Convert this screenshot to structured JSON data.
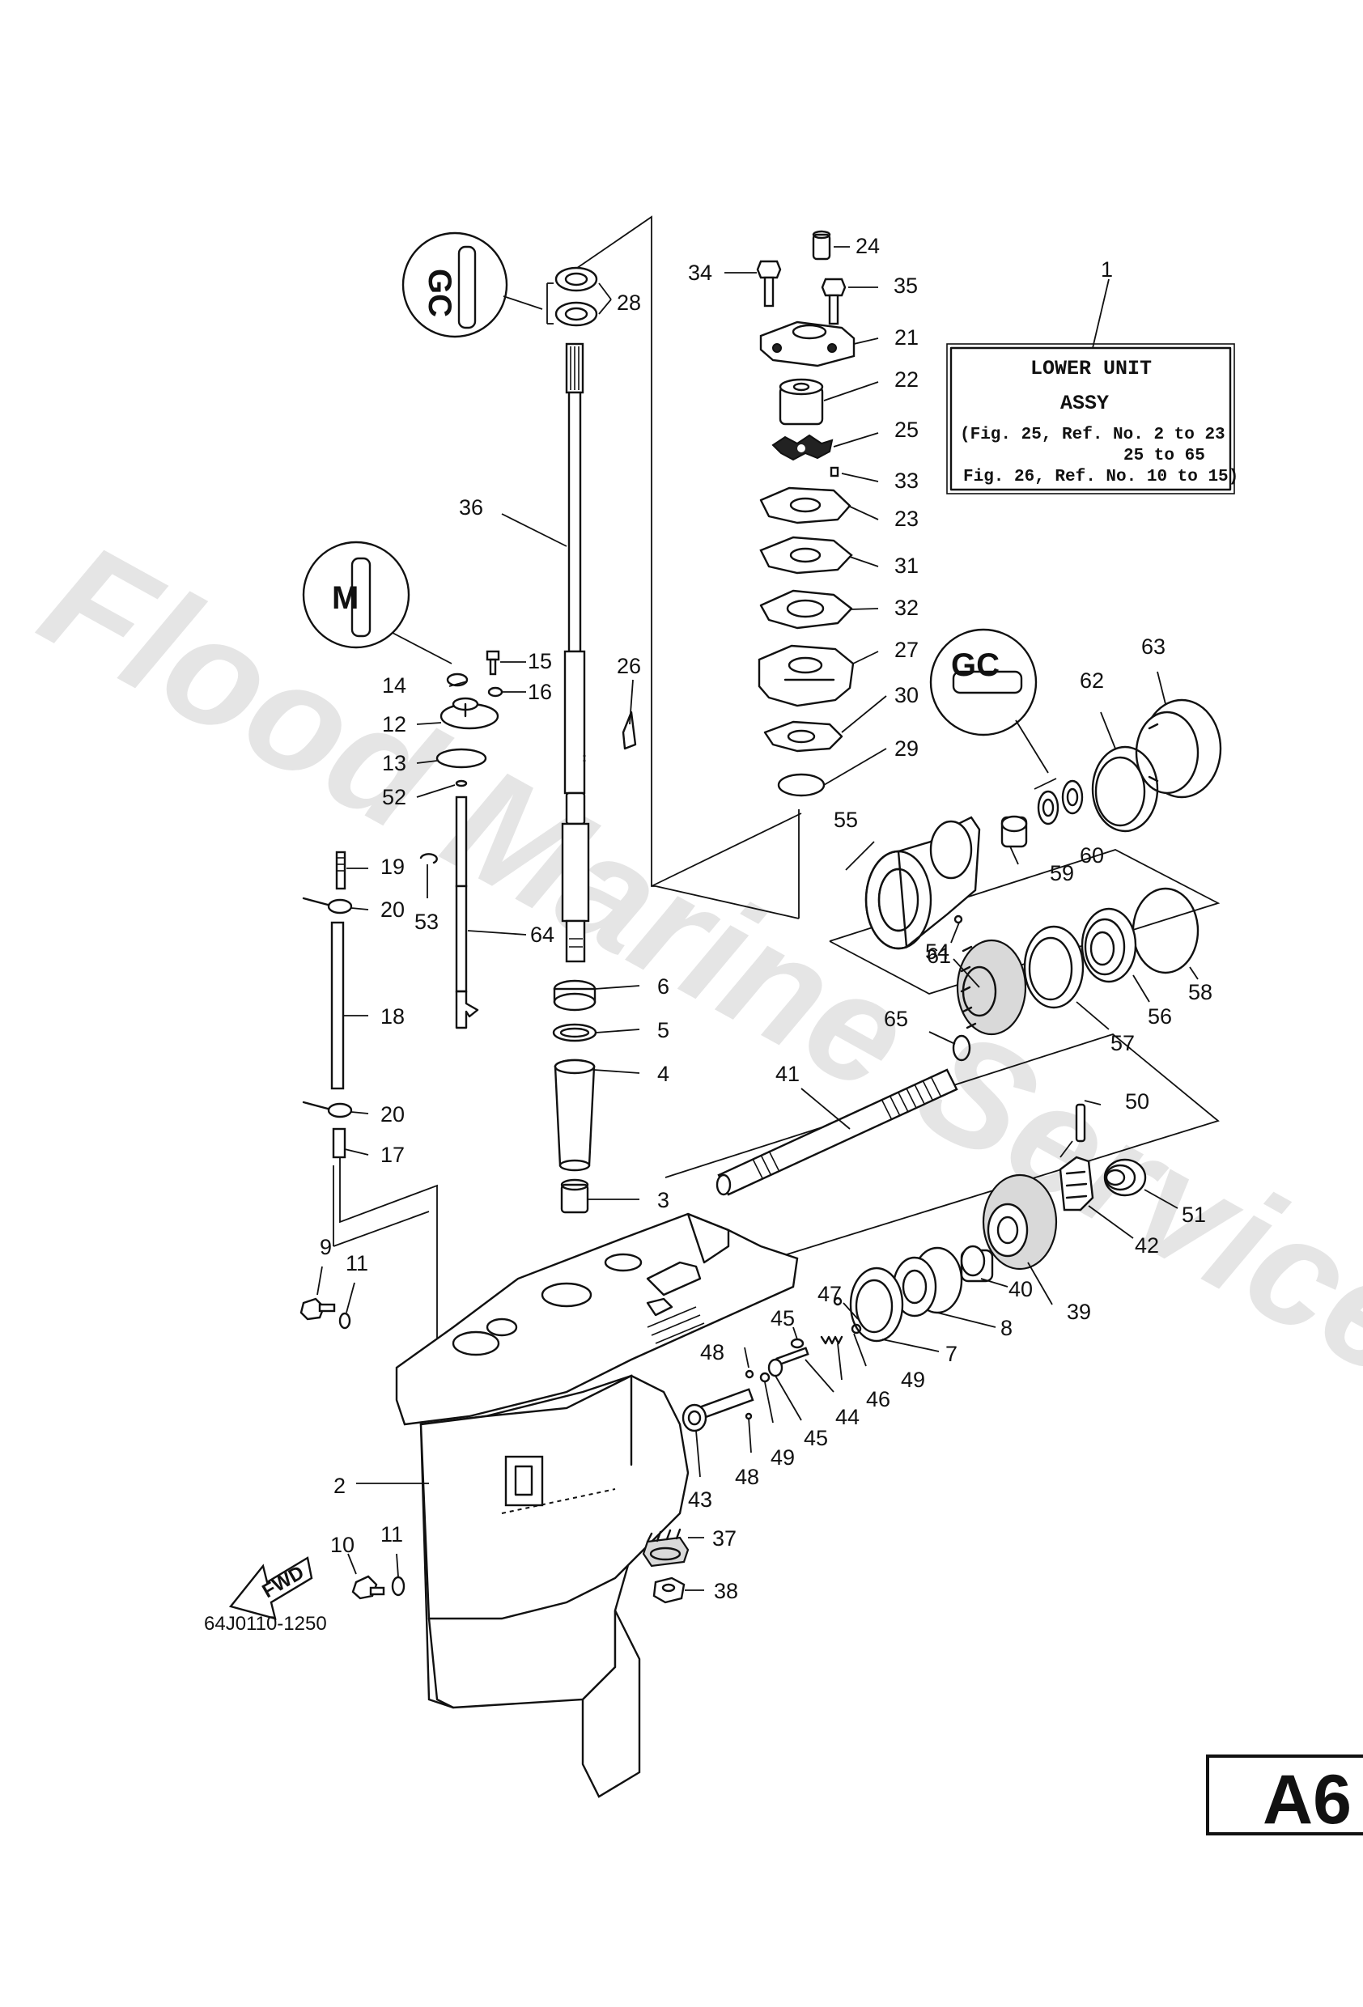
{
  "diagram": {
    "drawing_number": "64J0110-1250",
    "page_code": "A6",
    "watermark": "Flood Marine Services",
    "fwd_label": "FWD",
    "assembly_box": {
      "ref_no": "1",
      "title_line1": "LOWER UNIT",
      "title_line2": "ASSY",
      "note_line1": "(Fig. 25, Ref. No. 2 to 23",
      "note_line2": "25 to 65",
      "note_line3": "Fig. 26, Ref. No. 10 to 15)"
    },
    "callouts": [
      {
        "id": "c24",
        "text": "24"
      },
      {
        "id": "c34",
        "text": "34"
      },
      {
        "id": "c35",
        "text": "35"
      },
      {
        "id": "c28",
        "text": "28"
      },
      {
        "id": "c21",
        "text": "21"
      },
      {
        "id": "c22",
        "text": "22"
      },
      {
        "id": "c25",
        "text": "25"
      },
      {
        "id": "c33",
        "text": "33"
      },
      {
        "id": "c23",
        "text": "23"
      },
      {
        "id": "c36",
        "text": "36"
      },
      {
        "id": "c31",
        "text": "31"
      },
      {
        "id": "c32",
        "text": "32"
      },
      {
        "id": "c15",
        "text": "15"
      },
      {
        "id": "c14",
        "text": "14"
      },
      {
        "id": "c16",
        "text": "16"
      },
      {
        "id": "c26",
        "text": "26"
      },
      {
        "id": "c27",
        "text": "27"
      },
      {
        "id": "c63",
        "text": "63"
      },
      {
        "id": "c62",
        "text": "62"
      },
      {
        "id": "c12",
        "text": "12"
      },
      {
        "id": "c30",
        "text": "30"
      },
      {
        "id": "c13",
        "text": "13"
      },
      {
        "id": "c29",
        "text": "29"
      },
      {
        "id": "c52",
        "text": "52"
      },
      {
        "id": "c55",
        "text": "55"
      },
      {
        "id": "c19",
        "text": "19"
      },
      {
        "id": "c60",
        "text": "60"
      },
      {
        "id": "c59",
        "text": "59"
      },
      {
        "id": "c20a",
        "text": "20"
      },
      {
        "id": "c53",
        "text": "53"
      },
      {
        "id": "c64",
        "text": "64"
      },
      {
        "id": "c61",
        "text": "61"
      },
      {
        "id": "c6",
        "text": "6"
      },
      {
        "id": "c54",
        "text": "54"
      },
      {
        "id": "c58",
        "text": "58"
      },
      {
        "id": "c18",
        "text": "18"
      },
      {
        "id": "c65",
        "text": "65"
      },
      {
        "id": "c56",
        "text": "56"
      },
      {
        "id": "c5",
        "text": "5"
      },
      {
        "id": "c57",
        "text": "57"
      },
      {
        "id": "c4",
        "text": "4"
      },
      {
        "id": "c41",
        "text": "41"
      },
      {
        "id": "c20b",
        "text": "20"
      },
      {
        "id": "c50",
        "text": "50"
      },
      {
        "id": "c17",
        "text": "17"
      },
      {
        "id": "c3",
        "text": "3"
      },
      {
        "id": "c51",
        "text": "51"
      },
      {
        "id": "c42",
        "text": "42"
      },
      {
        "id": "c9",
        "text": "9"
      },
      {
        "id": "c11a",
        "text": "11"
      },
      {
        "id": "c47",
        "text": "47"
      },
      {
        "id": "c40",
        "text": "40"
      },
      {
        "id": "c39",
        "text": "39"
      },
      {
        "id": "c45a",
        "text": "45"
      },
      {
        "id": "c8",
        "text": "8"
      },
      {
        "id": "c48a",
        "text": "48"
      },
      {
        "id": "c7",
        "text": "7"
      },
      {
        "id": "c49a",
        "text": "49"
      },
      {
        "id": "c46",
        "text": "46"
      },
      {
        "id": "c44",
        "text": "44"
      },
      {
        "id": "c45b",
        "text": "45"
      },
      {
        "id": "c49b",
        "text": "49"
      },
      {
        "id": "c48b",
        "text": "48"
      },
      {
        "id": "c2",
        "text": "2"
      },
      {
        "id": "c43",
        "text": "43"
      },
      {
        "id": "c37",
        "text": "37"
      },
      {
        "id": "c10",
        "text": "10"
      },
      {
        "id": "c11b",
        "text": "11"
      },
      {
        "id": "c38",
        "text": "38"
      }
    ]
  }
}
